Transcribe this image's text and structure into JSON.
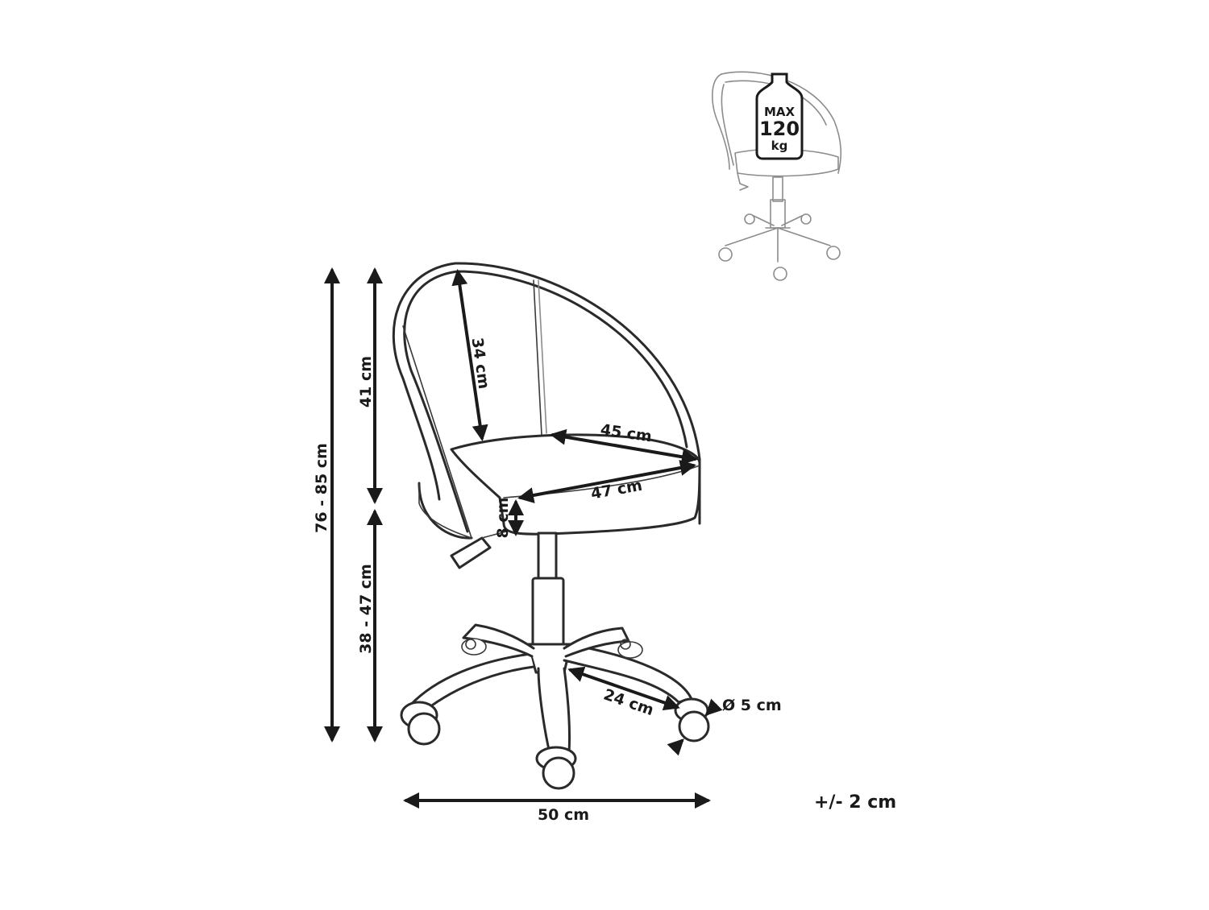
{
  "dimensions": {
    "total_height": "76 - 85 cm",
    "backrest_height": "41 cm",
    "seat_height": "38 - 47 cm",
    "backrest_depth": "34 cm",
    "seat_width_back": "45 cm",
    "seat_width_front": "47 cm",
    "seat_thickness": "8 cm",
    "leg_length": "24 cm",
    "caster_diameter": "Ø 5 cm",
    "base_width": "50 cm"
  },
  "tolerance": "+/- 2 cm",
  "load_badge": {
    "line1": "MAX",
    "line2": "120",
    "line3": "kg"
  }
}
